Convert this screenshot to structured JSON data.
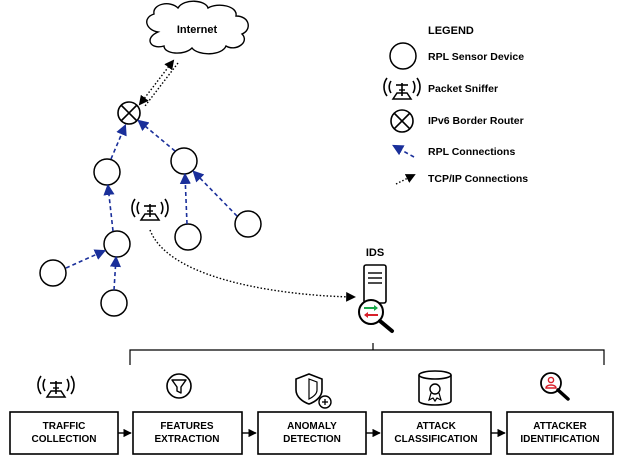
{
  "network": {
    "cloud_label": "Internet",
    "ids_label": "IDS"
  },
  "legend": {
    "title": "LEGEND",
    "items": [
      {
        "icon": "circle-node-icon",
        "label": "RPL Sensor Device"
      },
      {
        "icon": "antenna-sniffer-icon",
        "label": "Packet Sniffer"
      },
      {
        "icon": "border-router-icon",
        "label": "IPv6 Border Router"
      },
      {
        "icon": "dashed-arrow-icon",
        "label": "RPL Connections"
      },
      {
        "icon": "dotted-arrow-icon",
        "label": "TCP/IP Connections"
      }
    ]
  },
  "pipeline": [
    {
      "line1": "TRAFFIC",
      "line2": "COLLECTION",
      "icon": "antenna-icon"
    },
    {
      "line1": "FEATURES",
      "line2": "EXTRACTION",
      "icon": "funnel-icon"
    },
    {
      "line1": "ANOMALY",
      "line2": "DETECTION",
      "icon": "shield-plus-icon"
    },
    {
      "line1": "ATTACK",
      "line2": "CLASSIFICATION",
      "icon": "database-award-icon"
    },
    {
      "line1": "ATTACKER",
      "line2": "IDENTIFICATION",
      "icon": "user-search-icon"
    }
  ],
  "colors": {
    "rpl_arrow": "#1a2f9a",
    "stroke": "#000000",
    "ids_green": "#19a84a",
    "ids_red": "#d8202a",
    "attacker_red": "#d8202a"
  }
}
